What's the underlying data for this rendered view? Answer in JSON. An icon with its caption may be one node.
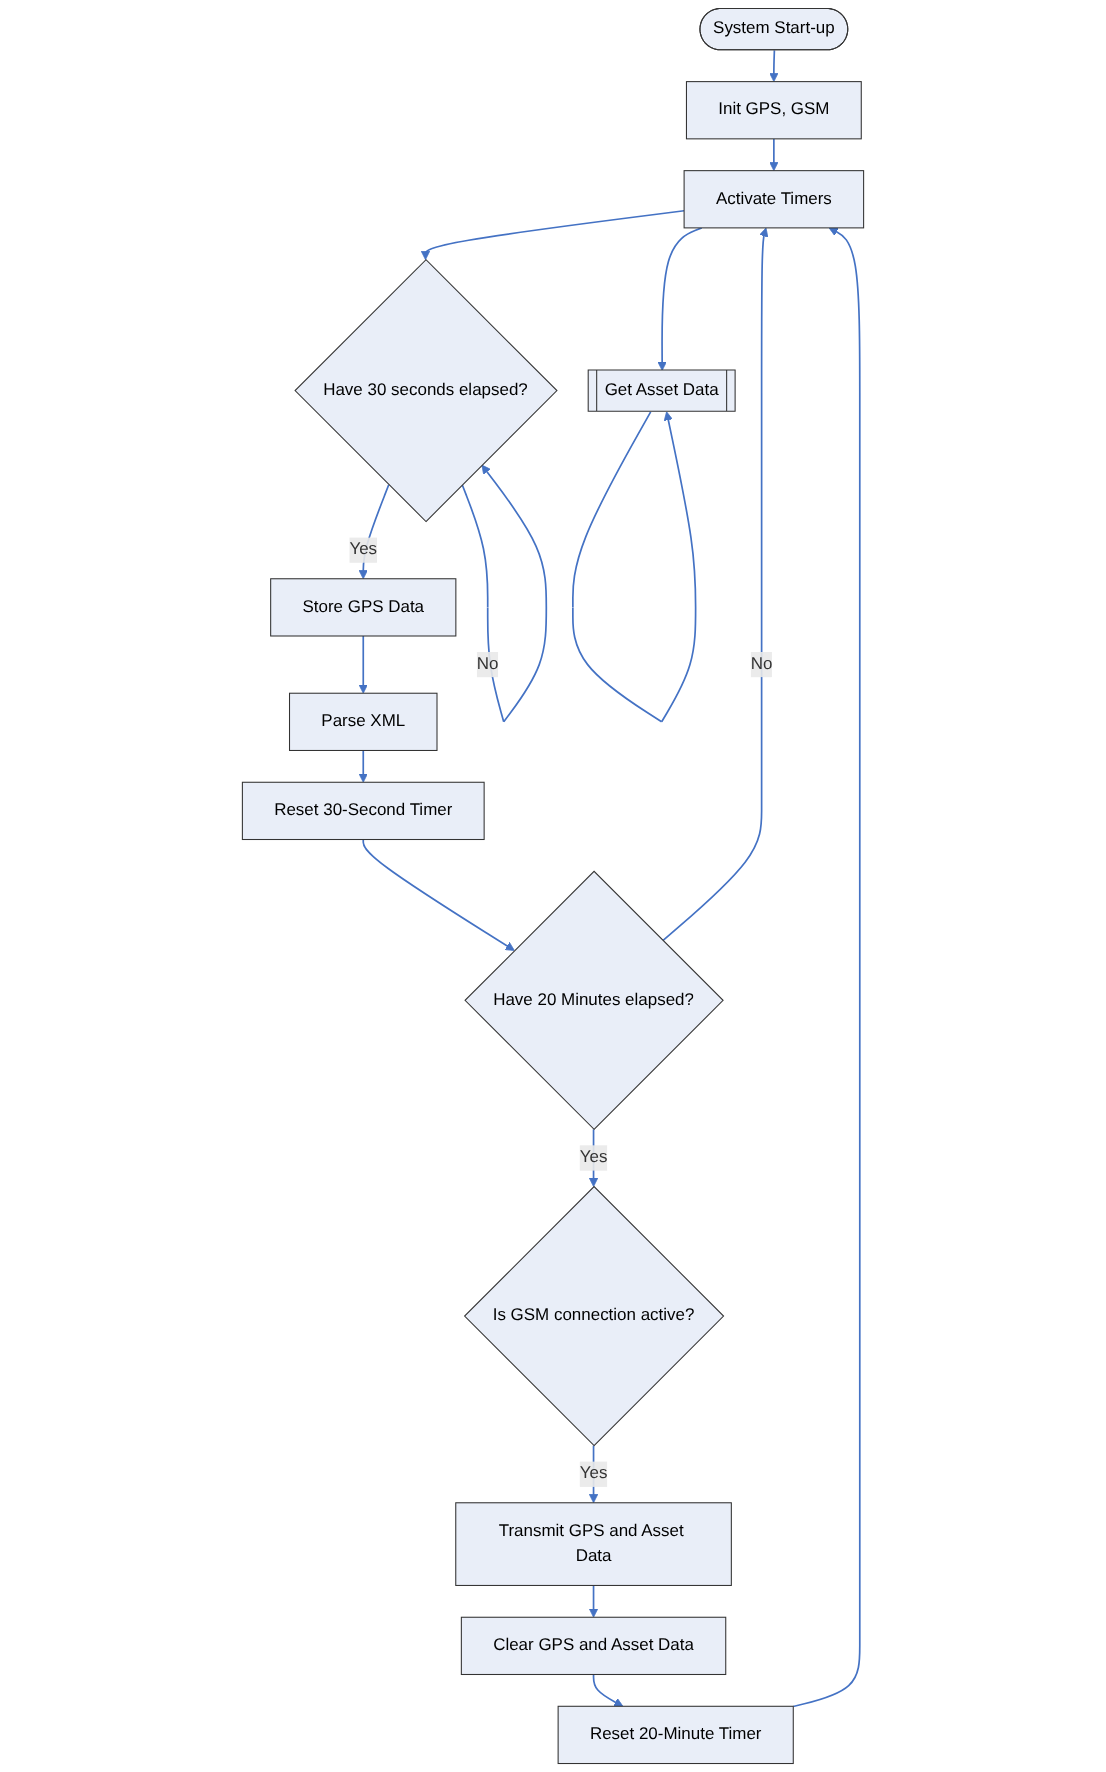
{
  "diagram": {
    "nodes": [
      {
        "text": [
          "System Start-up"
        ]
      },
      {
        "text": [
          "Init GPS, GSM"
        ]
      },
      {
        "text": [
          "Activate Timers"
        ]
      },
      {
        "text": [
          "Have 30 seconds elapsed?"
        ]
      },
      {
        "text": [
          "Get Asset Data"
        ]
      },
      {
        "text": [
          "Store GPS Data"
        ]
      },
      {
        "text": [
          "Parse XML"
        ]
      },
      {
        "text": [
          "Reset 30-Second Timer"
        ]
      },
      {
        "text": [
          "Have 20 Minutes elapsed?"
        ]
      },
      {
        "text": [
          "Is GSM connection active?"
        ]
      },
      {
        "text": [
          "Transmit GPS and Asset Data"
        ]
      },
      {
        "text": [
          "Clear GPS and Asset Data"
        ]
      },
      {
        "text": [
          "Reset 20-Minute Timer"
        ]
      }
    ],
    "edges": [
      {
        "from": 0,
        "to": 1,
        "arrow": "to"
      },
      {
        "from": 1,
        "to": 2,
        "arrow": "to"
      },
      {
        "from": 2,
        "to": 3,
        "arrow": "to"
      },
      {
        "from": 2,
        "to": 4,
        "arrow": "to"
      },
      {
        "from": 3,
        "to": 3,
        "arrow": "to",
        "label": "No"
      },
      {
        "from": 4,
        "to": 4,
        "arrow": "to"
      },
      {
        "from": 3,
        "to": 5,
        "arrow": "to",
        "label": "Yes"
      },
      {
        "from": 5,
        "to": 6,
        "arrow": "to"
      },
      {
        "from": 6,
        "to": 7,
        "arrow": "to"
      },
      {
        "from": 7,
        "to": 8,
        "arrow": "to"
      },
      {
        "from": 8,
        "to": 2,
        "arrow": "to",
        "label": "No"
      },
      {
        "from": 8,
        "to": 9,
        "arrow": "to",
        "label": "Yes"
      },
      {
        "from": 9,
        "to": 10,
        "arrow": "to",
        "label": "Yes"
      },
      {
        "from": 10,
        "to": 11,
        "arrow": "to"
      },
      {
        "from": 11,
        "to": 12,
        "arrow": "to"
      },
      {
        "from": 12,
        "to": 2,
        "arrow": "to"
      }
    ]
  }
}
